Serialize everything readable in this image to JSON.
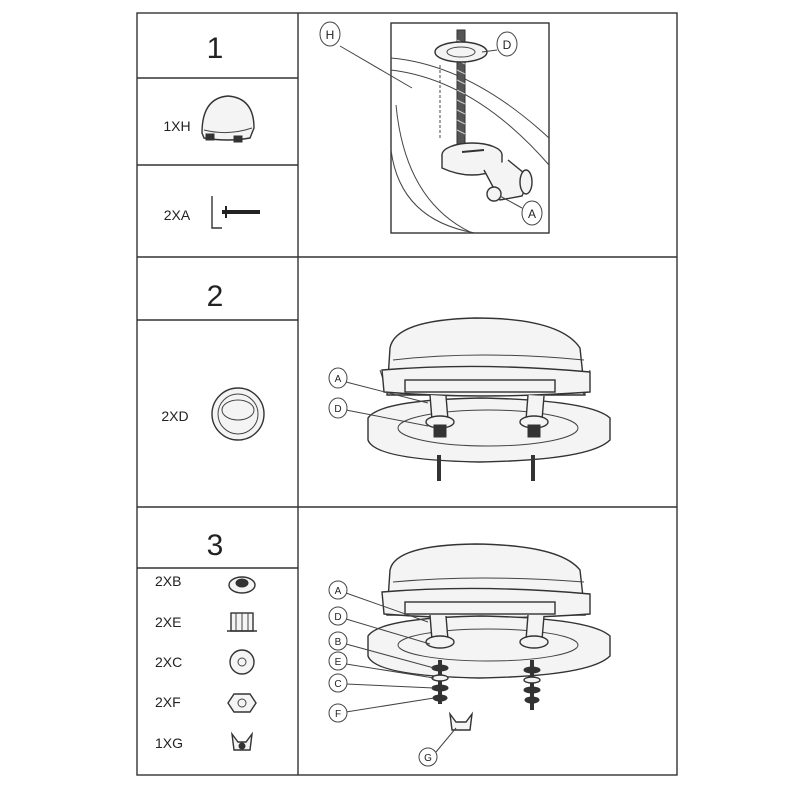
{
  "steps": [
    {
      "number": "1",
      "parts": [
        {
          "label": "1XH",
          "icon": "hinge-cover-icon"
        },
        {
          "label": "2XA",
          "icon": "allen-key-icon"
        }
      ]
    },
    {
      "number": "2",
      "parts": [
        {
          "label": "2XD",
          "icon": "ring-washer-icon"
        }
      ]
    },
    {
      "number": "3",
      "parts": [
        {
          "label": "2XB",
          "icon": "cone-washer-icon"
        },
        {
          "label": "2XE",
          "icon": "sleeve-icon"
        },
        {
          "label": "2XC",
          "icon": "flat-washer-icon"
        },
        {
          "label": "2XF",
          "icon": "hex-nut-icon"
        },
        {
          "label": "1XG",
          "icon": "wing-nut-icon"
        }
      ]
    }
  ],
  "callouts": {
    "step1": {
      "h": "H",
      "d": "D",
      "a": "A"
    },
    "step2": {
      "a": "A",
      "d": "D"
    },
    "step3": {
      "a": "A",
      "d": "D",
      "b": "B",
      "e": "E",
      "c": "C",
      "f": "F",
      "g": "G"
    }
  }
}
